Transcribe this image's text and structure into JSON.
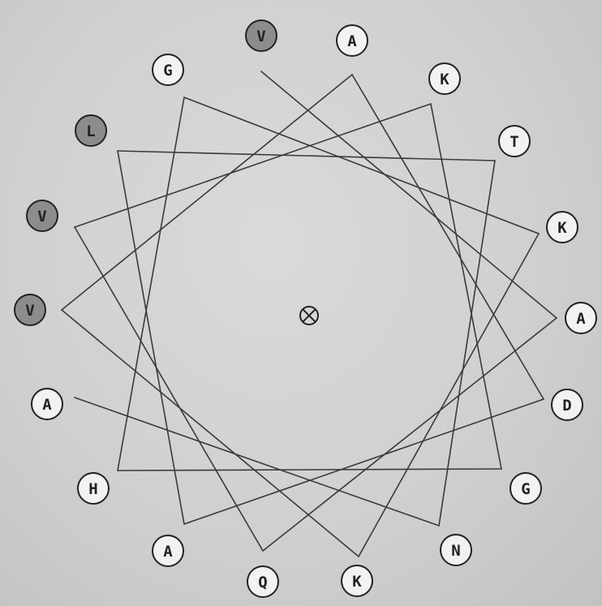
{
  "residues": [
    {
      "label": "V",
      "hydrophobic": true
    },
    {
      "label": "A",
      "hydrophobic": false
    },
    {
      "label": "K",
      "hydrophobic": false
    },
    {
      "label": "T",
      "hydrophobic": false
    },
    {
      "label": "K",
      "hydrophobic": false
    },
    {
      "label": "A",
      "hydrophobic": false
    },
    {
      "label": "D",
      "hydrophobic": false
    },
    {
      "label": "G",
      "hydrophobic": false
    },
    {
      "label": "N",
      "hydrophobic": false
    },
    {
      "label": "K",
      "hydrophobic": false
    },
    {
      "label": "Q",
      "hydrophobic": false
    },
    {
      "label": "A",
      "hydrophobic": false
    },
    {
      "label": "H",
      "hydrophobic": false
    },
    {
      "label": "A",
      "hydrophobic": false
    },
    {
      "label": "V",
      "hydrophobic": true
    },
    {
      "label": "V",
      "hydrophobic": true
    },
    {
      "label": "L",
      "hydrophobic": true
    },
    {
      "label": "G",
      "hydrophobic": false
    }
  ],
  "colors": {
    "hydrophobic_fill": "#8c8c8c",
    "polar_fill": "#f2f2f0",
    "line": "#3a3a3a"
  },
  "center_symbol": "⊗"
}
